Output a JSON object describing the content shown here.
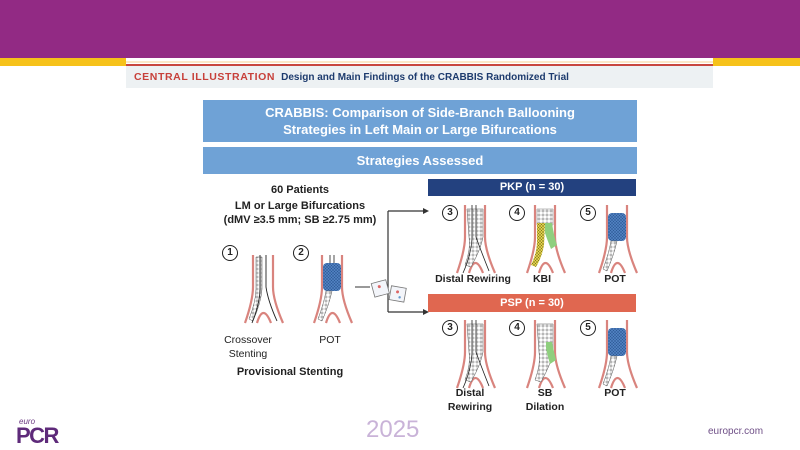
{
  "header": {
    "colors": {
      "band": "#922a84",
      "accent_band": "#f6c21a"
    }
  },
  "illustration": {
    "tag": "CENTRAL ILLUSTRATION",
    "subtitle": "Design and Main Findings of the CRABBIS Randomized Trial",
    "title_line1": "CRABBIS: Comparison of Side-Branch Ballooning",
    "title_line2": "Strategies in Left Main or Large Bifurcations",
    "section": "Strategies Assessed",
    "population": {
      "count": "60 Patients",
      "desc": "LM or Large Bifurcations",
      "criteria": "(dMV ≥3.5 mm; SB ≥2.75 mm)"
    },
    "provisional": {
      "label": "Provisional Stenting",
      "steps": [
        {
          "num": "1",
          "label_line1": "Crossover",
          "label_line2": "Stenting",
          "icon": "crossover-stent-icon"
        },
        {
          "num": "2",
          "label_line1": "POT",
          "label_line2": "",
          "icon": "pot-balloon-icon"
        }
      ]
    },
    "randomization_icon": "dice-icon",
    "arms": [
      {
        "name": "PKP (n = 30)",
        "color": "#23417f",
        "steps": [
          {
            "num": "3",
            "label_line1": "Distal Rewiring",
            "label_line2": "",
            "icon": "distal-rewiring-icon"
          },
          {
            "num": "4",
            "label_line1": "KBI",
            "label_line2": "",
            "icon": "kissing-balloon-icon"
          },
          {
            "num": "5",
            "label_line1": "POT",
            "label_line2": "",
            "icon": "pot-balloon-icon"
          }
        ]
      },
      {
        "name": "PSP (n = 30)",
        "color": "#e06750",
        "steps": [
          {
            "num": "3",
            "label_line1": "Distal",
            "label_line2": "Rewiring",
            "icon": "distal-rewiring-icon"
          },
          {
            "num": "4",
            "label_line1": "SB",
            "label_line2": "Dilation",
            "icon": "sb-dilation-icon"
          },
          {
            "num": "5",
            "label_line1": "POT",
            "label_line2": "",
            "icon": "pot-balloon-icon"
          }
        ]
      }
    ]
  },
  "footer": {
    "logo_small": "euro",
    "logo_main": "PCR",
    "year": "2025",
    "site": "europcr.com"
  }
}
